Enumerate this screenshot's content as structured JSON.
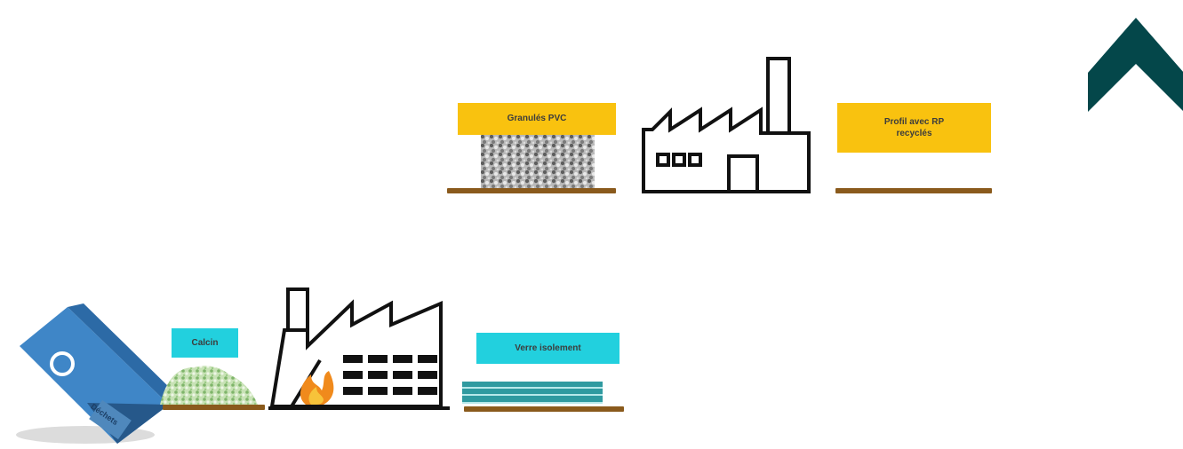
{
  "top_process": {
    "input_label": "Granulés PVC",
    "output_label": "Profil avec RP\nrecyclés"
  },
  "bottom_process": {
    "input_label": "Calcin",
    "output_label": "Verre isolement",
    "bin_text": "Déchets"
  },
  "nav": {
    "scroll_up_icon": "chevron-up-icon"
  },
  "colors": {
    "yellow_label": "#f9c20f",
    "cyan_label": "#22d0de",
    "shelf_brown": "#8a5a1c",
    "chevron": "#04474a",
    "bin_blue": "#3f86c7",
    "glass_teal": "#2f9aa0"
  }
}
